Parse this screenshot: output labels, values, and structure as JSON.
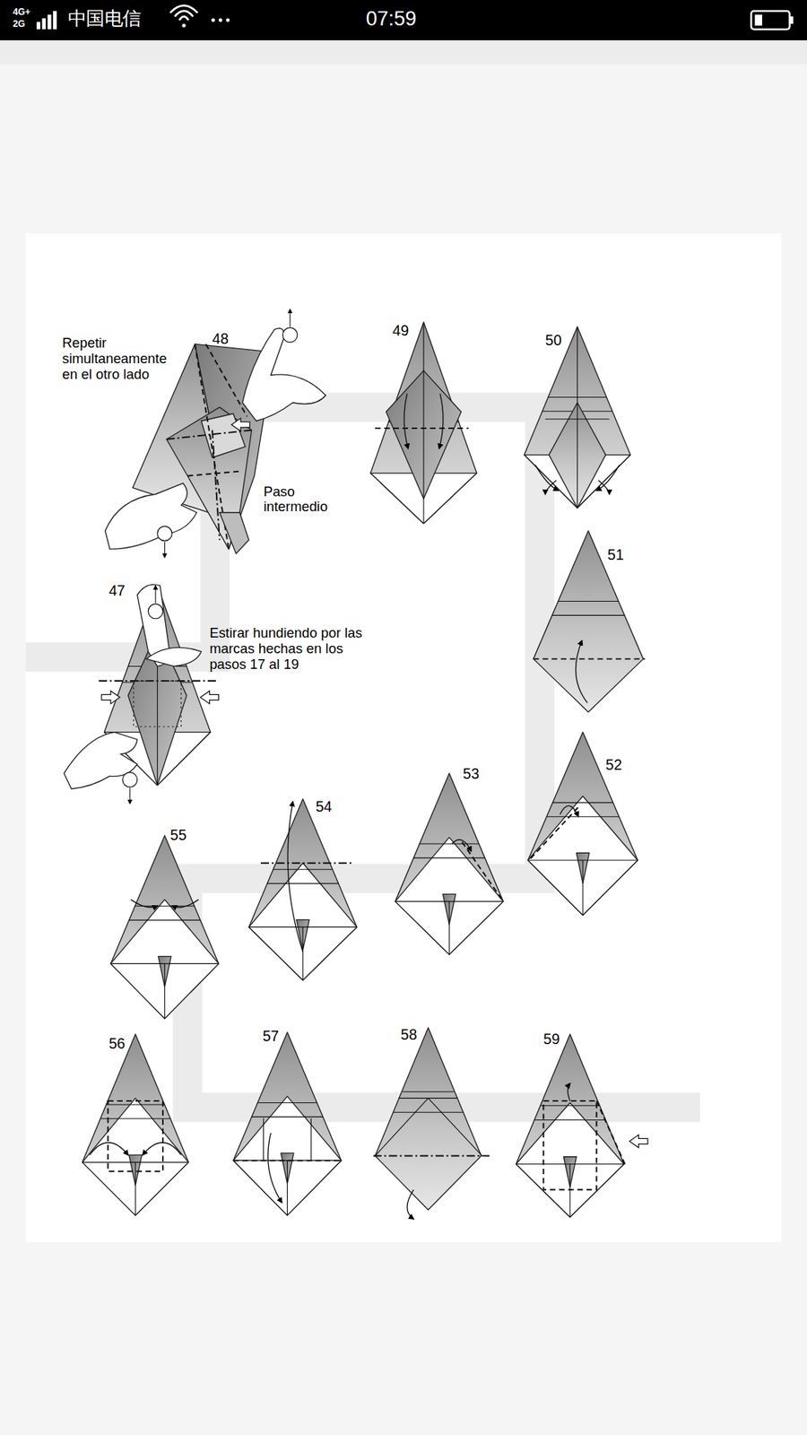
{
  "diagram": {
    "labels": [
      "4G+",
      "2G",
      "中国电信",
      "07:59",
      "48",
      "Repetir simultaneamente en el otro lado",
      "Paso intermedio",
      "49",
      "50",
      "47",
      "Estirar hundiendo por las marcas hechas en los pasos 17 al 19",
      "51",
      "54",
      "53",
      "52",
      "55",
      "56",
      "57",
      "58",
      "59"
    ]
  }
}
